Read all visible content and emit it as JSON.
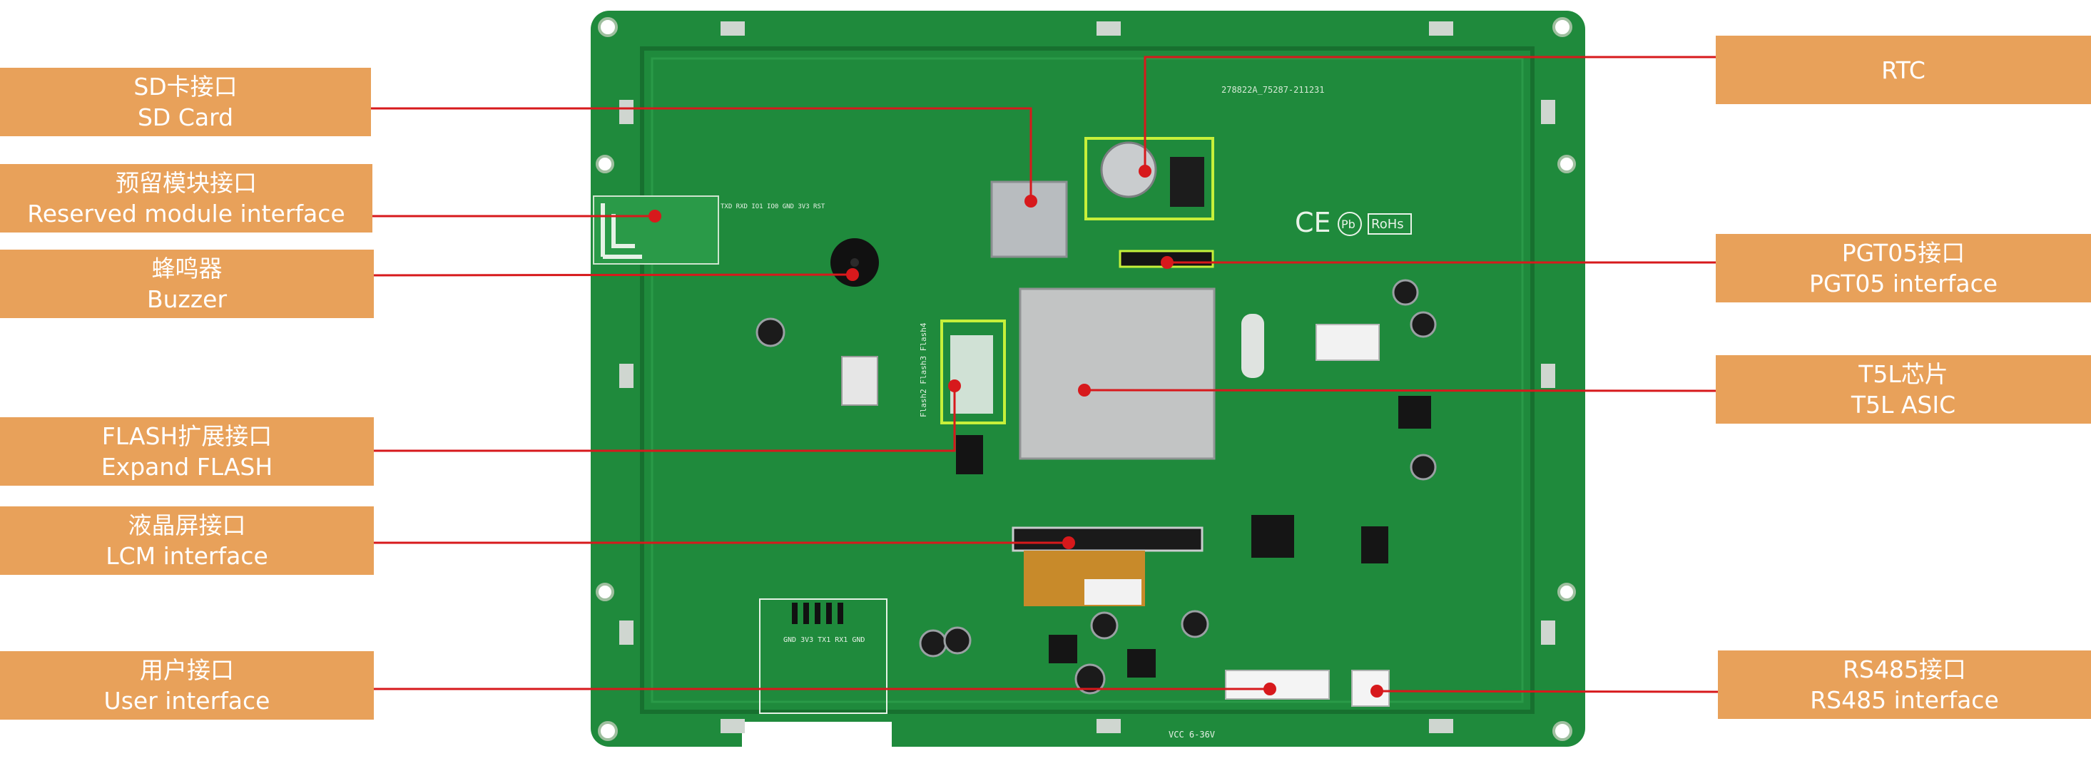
{
  "labels": {
    "sd_card": {
      "zh": "SD卡接口",
      "en": "SD Card"
    },
    "reserved_module": {
      "zh": "预留模块接口",
      "en": "Reserved module interface"
    },
    "buzzer": {
      "zh": "蜂鸣器",
      "en": "Buzzer"
    },
    "flash": {
      "zh": "FLASH扩展接口",
      "en": "Expand FLASH"
    },
    "lcm": {
      "zh": "液晶屏接口",
      "en": "LCM interface"
    },
    "user": {
      "zh": "用户接口",
      "en": "User interface"
    },
    "rtc": {
      "en": "RTC"
    },
    "pgt05": {
      "zh": "PGT05接口",
      "en": "PGT05 interface"
    },
    "t5l": {
      "zh": "T5L芯片",
      "en": "T5L ASIC"
    },
    "rs485": {
      "zh": "RS485接口",
      "en": "RS485 interface"
    }
  },
  "board": {
    "pcb_code": "278822A_75287-211231",
    "ce_mark": "CE",
    "pb_mark": "Pb",
    "rohs_mark": "RoHs",
    "flash_silk": "Flash2 Flash3 Flash4",
    "power_silk": "VCC 6-36V",
    "module_pins": "TXD RXD IO1 IO0 GND 3V3 RST",
    "user_pins": "GND 3V3 TX1 RX1 GND"
  },
  "colors": {
    "label_bg": "#e8a15a",
    "label_text": "#ffffff",
    "pointer_line": "#d7191c",
    "pcb": "#1f8a3c",
    "pcb_dark": "#17702f",
    "highlight_box": "#c6f03a"
  }
}
